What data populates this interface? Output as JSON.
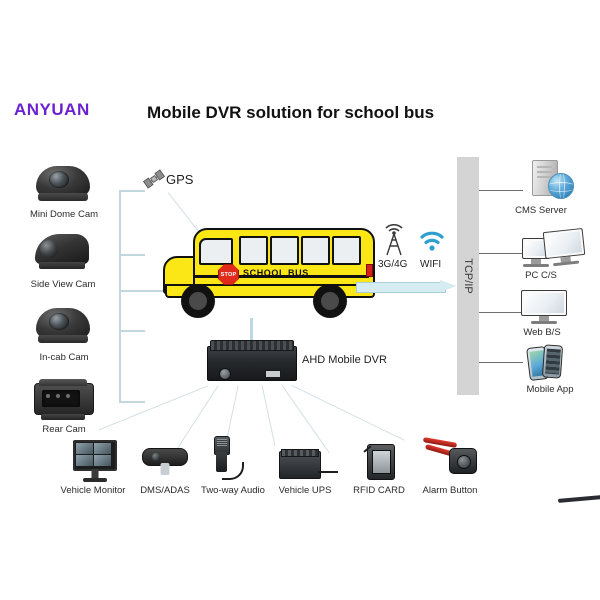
{
  "brand": {
    "name": "ANYUAN",
    "color": "#6b21d0"
  },
  "header": {
    "title": "Mobile DVR solution for school bus"
  },
  "cameras": [
    {
      "label": "Mini Dome Cam",
      "icon": "dome-camera-icon"
    },
    {
      "label": "Side View Cam",
      "icon": "side-view-camera-icon"
    },
    {
      "label": "In-cab Cam",
      "icon": "in-cab-dome-camera-icon"
    },
    {
      "label": "Rear Cam",
      "icon": "rear-camera-icon"
    }
  ],
  "gps": {
    "label": "GPS",
    "icon": "satellite-icon"
  },
  "vehicle": {
    "name": "school-bus",
    "body_text": "SCHOOL BUS",
    "stop_sign_text": "STOP",
    "body_color": "#fbe616"
  },
  "wireless": [
    {
      "label": "3G/4G",
      "icon": "cell-tower-icon"
    },
    {
      "label": "WIFI",
      "icon": "wifi-icon"
    }
  ],
  "network": {
    "label": "TCP/IP",
    "bar_color": "#d4d4d4",
    "arrow_color": "#d5ecf3"
  },
  "platforms": [
    {
      "label": "CMS Server",
      "icon": "server-globe-icon"
    },
    {
      "label": "PC C/S",
      "icon": "desktop-monitors-icon"
    },
    {
      "label": "Web B/S",
      "icon": "monitor-icon"
    },
    {
      "label": "Mobile App",
      "icon": "smartphones-icon"
    }
  ],
  "recorder": {
    "label": "AHD Mobile DVR",
    "icon": "mobile-dvr-icon"
  },
  "accessories": [
    {
      "label": "Vehicle Monitor",
      "icon": "vehicle-monitor-icon"
    },
    {
      "label": "DMS/ADAS",
      "icon": "dms-adas-camera-icon"
    },
    {
      "label": "Two-way Audio",
      "icon": "handheld-microphone-icon"
    },
    {
      "label": "Vehicle UPS",
      "icon": "vehicle-ups-icon"
    },
    {
      "label": "RFID CARD",
      "icon": "rfid-card-reader-icon"
    },
    {
      "label": "Alarm Button",
      "icon": "alarm-button-icon"
    }
  ],
  "theme": {
    "connector_line": "#c2d6de",
    "diagonal_line": "#d3e0e6"
  }
}
